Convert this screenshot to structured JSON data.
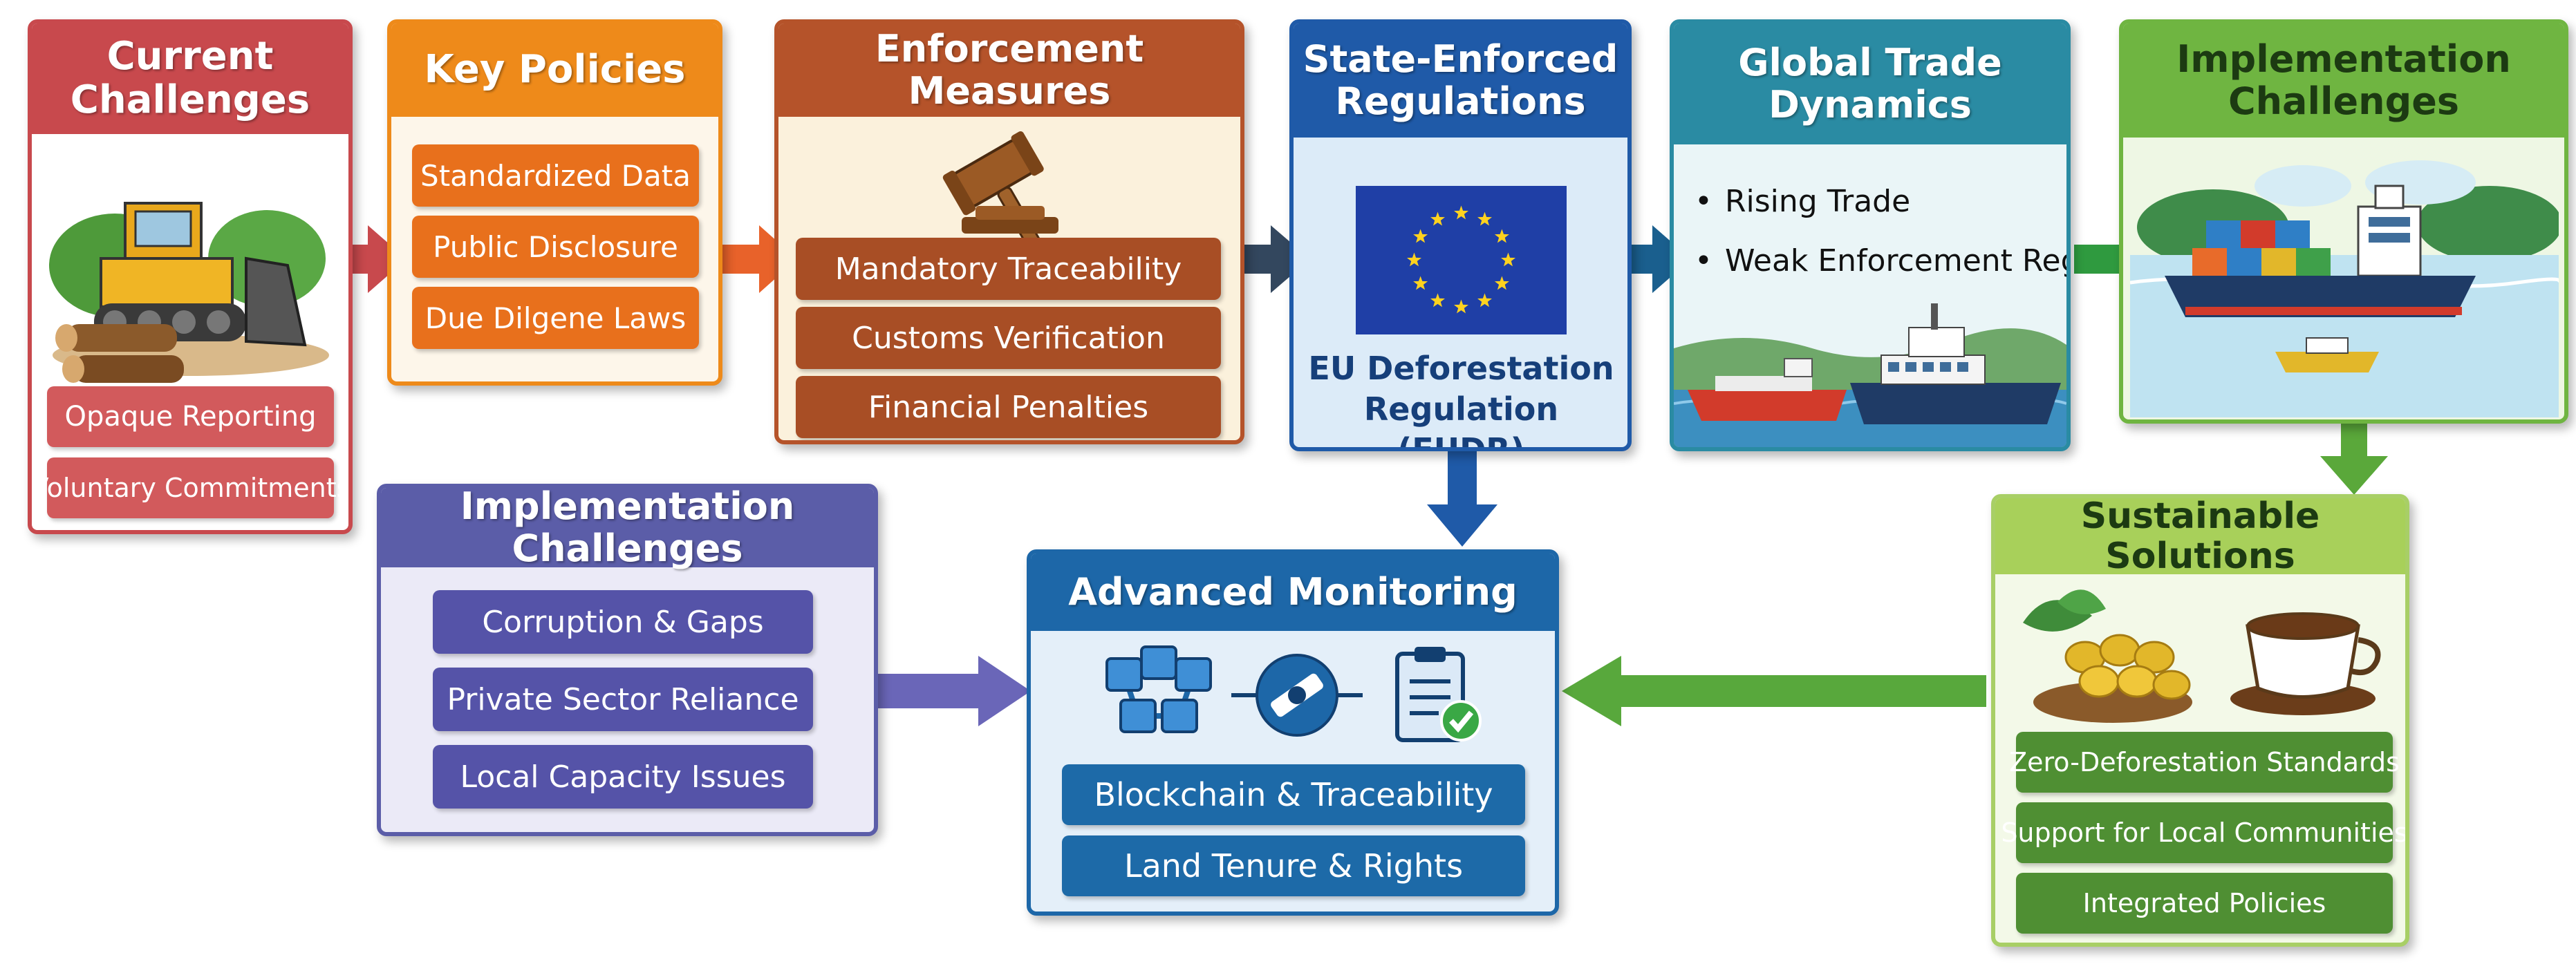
{
  "panels": {
    "current_challenges": {
      "title": "Current\nChallenges",
      "items": [
        "Opaque Reporting",
        "Voluntary Commitments"
      ],
      "color": "#c8494d"
    },
    "key_policies": {
      "title": "Key Policies",
      "items": [
        "Standardized Data",
        "Public Disclosure",
        "Due Dilgene Laws"
      ],
      "color": "#ee8a1a"
    },
    "enforcement_measures": {
      "title": "Enforcement Measures",
      "items": [
        "Mandatory Traceability",
        "Customs Verification",
        "Financial Penalties"
      ],
      "color": "#b5532a"
    },
    "state_enforced": {
      "title": "State-Enforced\nRegulations",
      "caption": "EU Deforestation\nRegulation (EUDR)",
      "color": "#1f5aa8"
    },
    "global_trade": {
      "title": "Global Trade\nDynamics",
      "bullets": [
        "Rising Trade",
        "Weak Enforcement Regions"
      ],
      "color": "#2a8ba3"
    },
    "implementation_top": {
      "title": "Implementation\nChallenges",
      "color": "#6fb541"
    },
    "implementation_left": {
      "title": "Implementation Challenges",
      "items": [
        "Corruption & Gaps",
        "Private Sector Reliance",
        "Local Capacity Issues"
      ],
      "color": "#5b5da8"
    },
    "advanced_monitoring": {
      "title": "Advanced Monitoring",
      "items": [
        "Blockchain & Traceability",
        "Land Tenure & Rights"
      ],
      "color": "#1d67a8"
    },
    "sustainable_solutions": {
      "title": "Sustainable Solutions",
      "items": [
        "Zero-Deforestation Standards",
        "Support for Local Communities",
        "Integrated Policies"
      ],
      "color": "#4f8f33"
    }
  },
  "icons": [
    "bulldozer-icon",
    "logs-icon",
    "gavel-icon",
    "eu-flag-icon",
    "cargo-ship-icon",
    "container-ship-icon",
    "blockchain-icon",
    "satellite-icon",
    "clipboard-check-icon",
    "coffee-beans-icon",
    "coffee-cup-icon"
  ]
}
